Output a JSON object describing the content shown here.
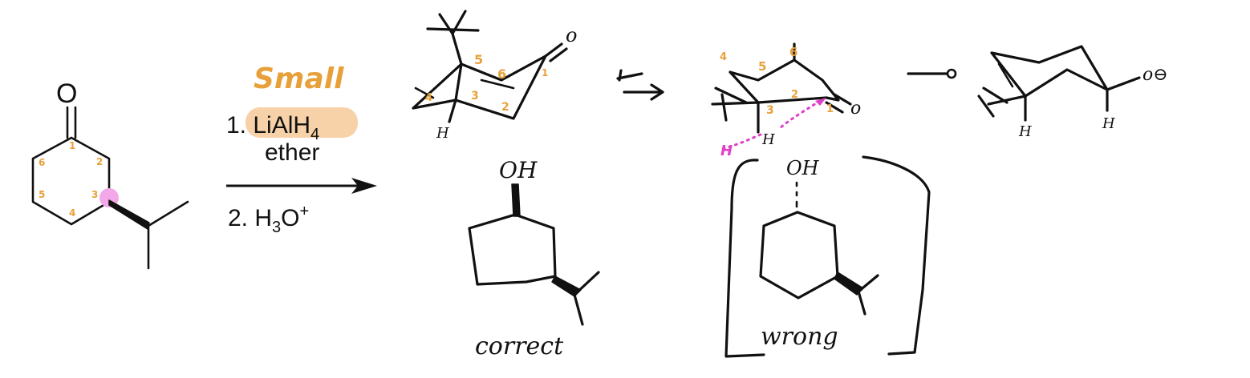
{
  "colors": {
    "ink": "#111111",
    "accent_orange": "#e8a13a",
    "highlight_orange": "#f7d2a8",
    "highlight_pink": "#f2a8e8",
    "dashed_magenta": "#e040c8"
  },
  "reactant": {
    "carbonyl_oxygen": "O",
    "ring_numbers": [
      "1",
      "2",
      "3",
      "4",
      "5",
      "6"
    ]
  },
  "conditions": {
    "note": "Small",
    "step1": "1. LiAlH",
    "step1_sub": "4",
    "step1_solvent": "ether",
    "step2_prefix": "2. H",
    "step2_sub": "3",
    "step2_mid": "O",
    "step2_sup": "+"
  },
  "chair1": {
    "oxygen": "o",
    "hydrogen": "H",
    "ring_numbers": [
      "1",
      "2",
      "3",
      "4",
      "5",
      "6"
    ]
  },
  "chair2": {
    "oxygen": "o",
    "hydrogen": "H",
    "pink_hydrogen": "H",
    "ring_numbers": [
      "1",
      "2",
      "3",
      "4",
      "5",
      "6"
    ]
  },
  "alkoxide": {
    "oxygen_charge": "o⊖",
    "hydrogen_left": "H",
    "hydrogen_right": "H"
  },
  "product_correct": {
    "oh": "OH",
    "caption": "correct"
  },
  "product_wrong": {
    "oh": "OH",
    "caption": "wrong"
  }
}
